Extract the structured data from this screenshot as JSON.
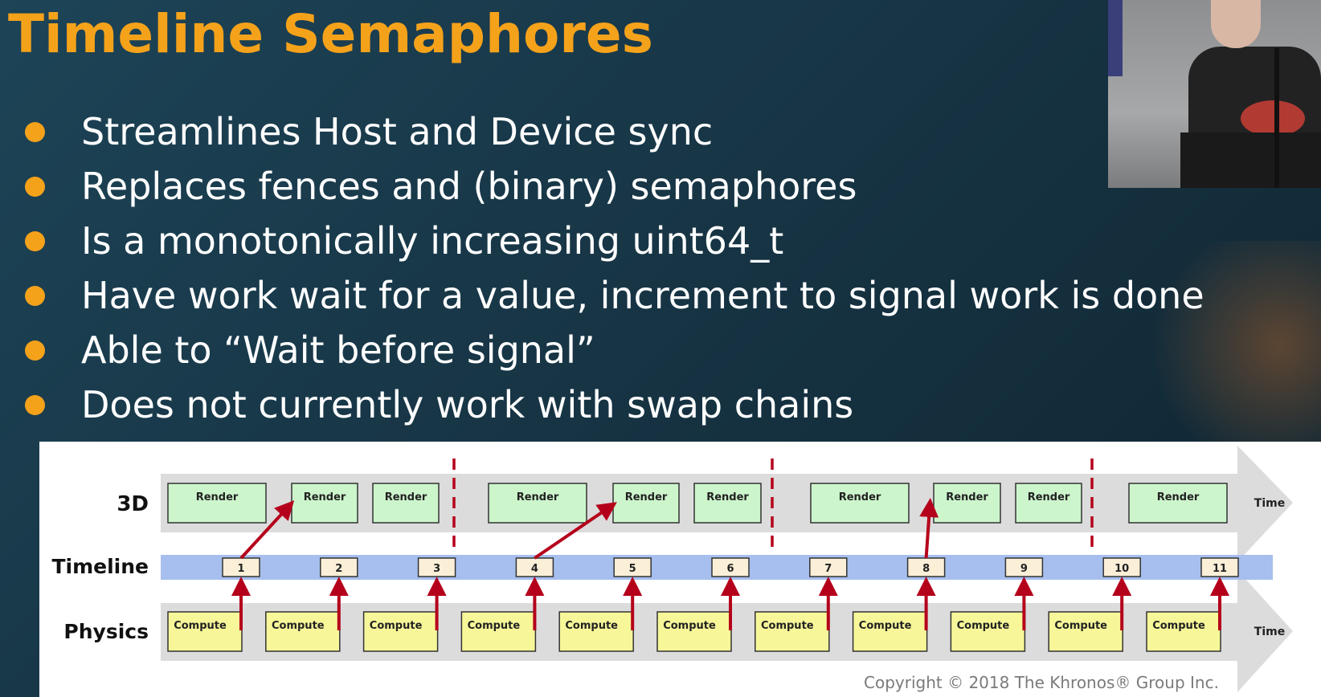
{
  "slide": {
    "title": "Timeline Semaphores",
    "bullets": [
      "Streamlines Host and Device sync",
      "Replaces fences and (binary) semaphores",
      "Is a monotonically increasing uint64_t",
      "Have work wait for a value, increment to signal work is done",
      "Able to “Wait before signal”",
      "Does not currently work with swap chains"
    ],
    "accent_color": "#f5a21b"
  },
  "diagram": {
    "row_labels": {
      "gpu3d": "3D",
      "timeline": "Timeline",
      "physics": "Physics"
    },
    "time_label": "Time",
    "render_label": "Render",
    "compute_label": "Compute",
    "render_count": 10,
    "compute_count": 11,
    "timeline_values": [
      "1",
      "2",
      "3",
      "4",
      "5",
      "6",
      "7",
      "8",
      "9",
      "10",
      "11"
    ],
    "frame_separators_after_render": [
      3,
      6,
      9
    ],
    "waits": [
      {
        "timeline_value": "1",
        "render_index": 2
      },
      {
        "timeline_value": "4",
        "render_index": 5
      },
      {
        "timeline_value": "8",
        "render_index": 8
      }
    ],
    "colors": {
      "render": "#ccf5cc",
      "compute": "#f7f79a",
      "timeline_band": "#a7bfee",
      "timeline_box": "#fbefd8",
      "arrow": "#b5001b",
      "band": "#dcdcdc"
    },
    "copyright": "Copyright © 2018 The Khronos® Group Inc."
  }
}
